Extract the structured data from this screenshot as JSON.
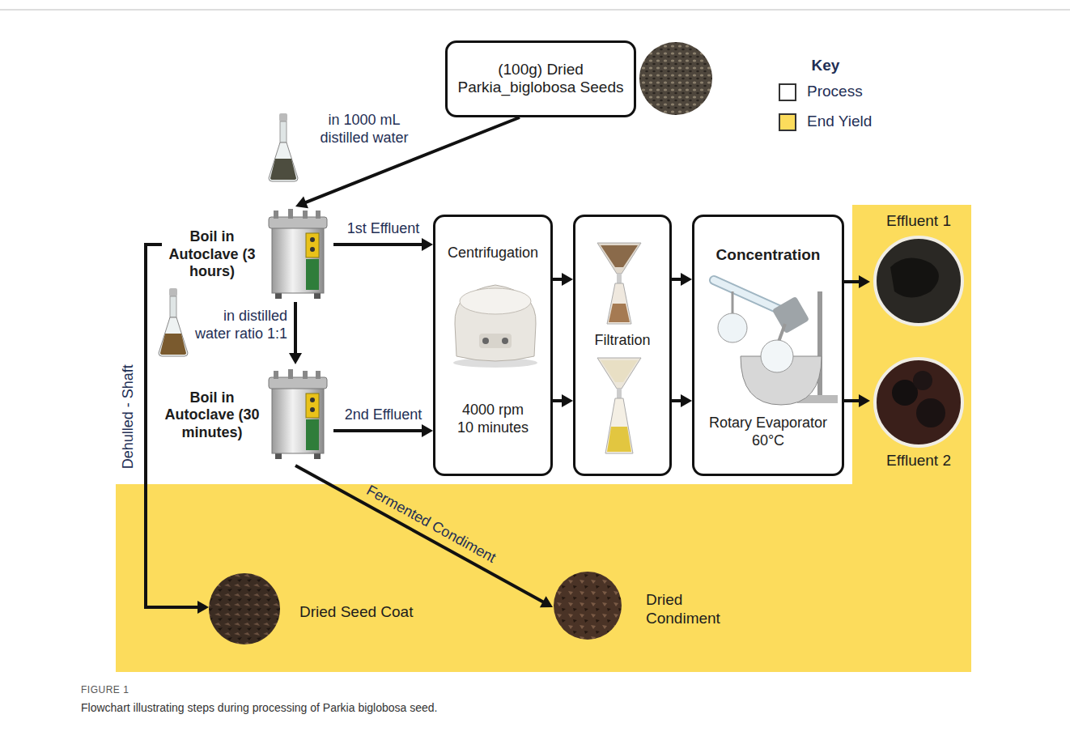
{
  "diagram": {
    "caption": "Flowchart illustrating steps during processing of Parkia biglobosa seed.",
    "nodes": [
      {
        "text": [
          "(100g) Dried Parkia_biglobosa Seeds"
        ]
      },
      {
        "text": [
          "Boil in Autoclave (3 hours)"
        ]
      },
      {
        "text": [
          "Boil in Autoclave (30 minutes)"
        ]
      },
      {
        "text": [
          "Centrifugation",
          "4000 rpm 10 minutes"
        ]
      },
      {
        "text": [
          "Filtration"
        ]
      },
      {
        "text": [
          "Concentration",
          "Rotary Evaporator 60°C"
        ]
      },
      {
        "text": [
          "Effluent 1"
        ]
      },
      {
        "text": [
          "Effluent 2"
        ]
      },
      {
        "text": [
          "Dried Seed Coat"
        ]
      },
      {
        "text": [
          "Dried Condiment"
        ]
      }
    ],
    "edges": [
      {
        "from": 0,
        "to": 1,
        "arrow": "to",
        "label": "in 1000 mL distilled water"
      },
      {
        "from": 1,
        "to": 2,
        "arrow": "to",
        "label": "in distilled water ratio 1:1"
      },
      {
        "from": 1,
        "to": 3,
        "arrow": "to",
        "label": "1st Effluent"
      },
      {
        "from": 2,
        "to": 3,
        "arrow": "to",
        "label": "2nd Effluent"
      },
      {
        "from": 3,
        "to": 4,
        "arrow": "to"
      },
      {
        "from": 3,
        "to": 4,
        "arrow": "to"
      },
      {
        "from": 4,
        "to": 5,
        "arrow": "to"
      },
      {
        "from": 4,
        "to": 5,
        "arrow": "to"
      },
      {
        "from": 5,
        "to": 6,
        "arrow": "to"
      },
      {
        "from": 5,
        "to": 7,
        "arrow": "to"
      },
      {
        "from": 1,
        "to": 8,
        "arrow": "to",
        "label": "Dehulled - Shaft"
      },
      {
        "from": 2,
        "to": 9,
        "arrow": "to",
        "label": "Fermented Condiment"
      }
    ],
    "labels": [
      "Key",
      "FIGURE 1"
    ],
    "legend": [
      {
        "text": "Process"
      },
      {
        "text": "End Yield",
        "color": "#fcdc5c"
      }
    ]
  }
}
